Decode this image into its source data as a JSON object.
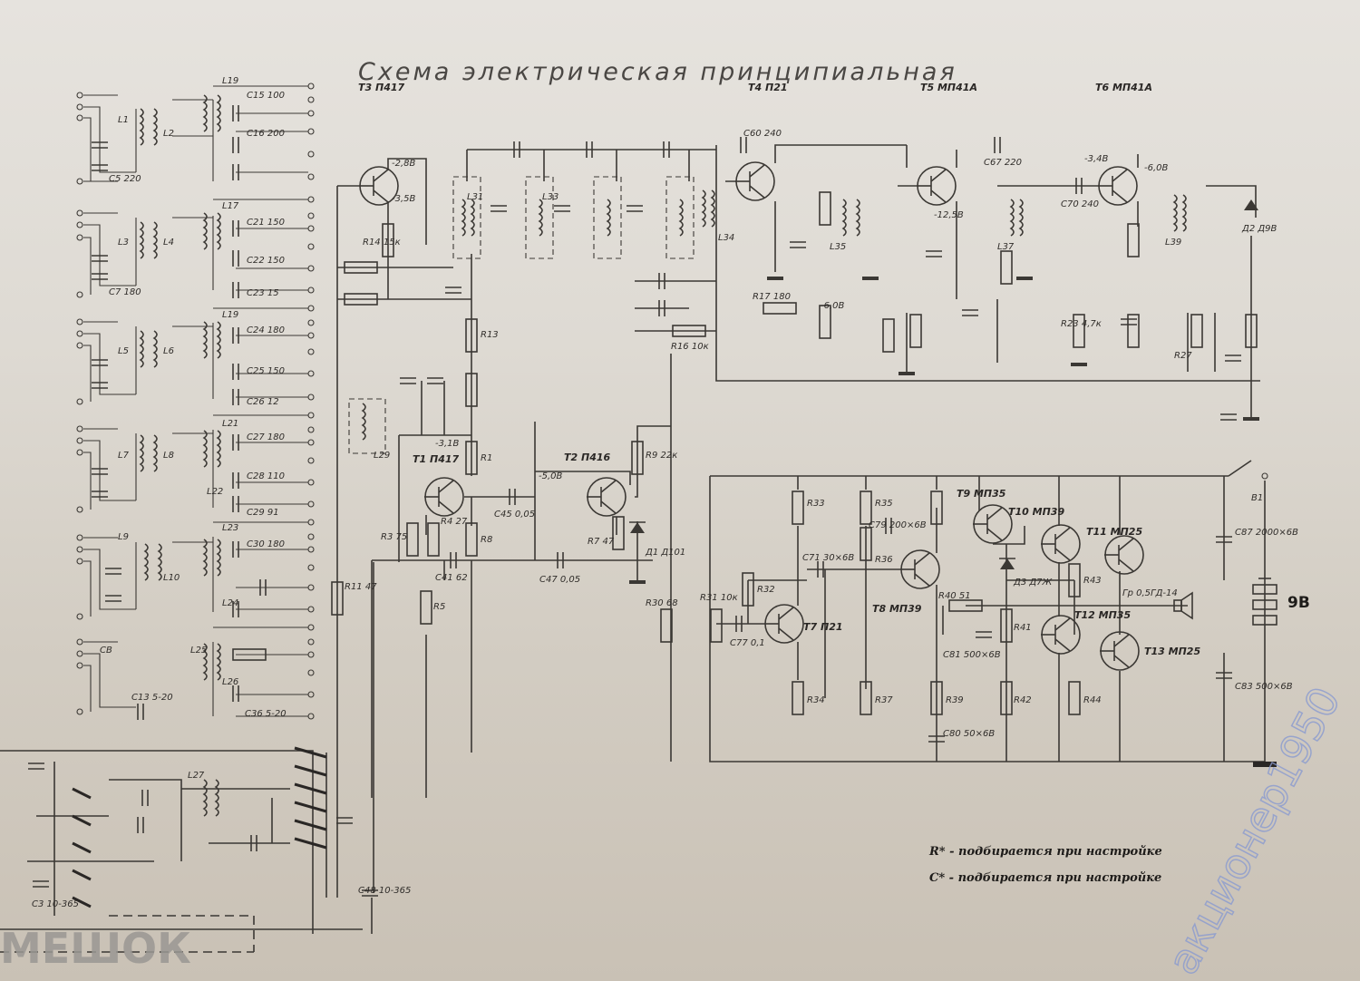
{
  "title": "Схема электрическая принципиальная",
  "transistors": {
    "t1": "Т1 П417",
    "t2": "Т2 П416",
    "t3": "Т3 П417",
    "t4": "Т4 П21",
    "t5": "Т5 МП41А",
    "t6": "Т6 МП41А",
    "t7": "Т7 П21",
    "t8": "Т8 МП39",
    "t9": "Т9 МП35",
    "t10": "Т10 МП39",
    "t11": "Т11 МП25",
    "t12": "Т12 МП35",
    "t13": "Т13 МП25"
  },
  "diodes": {
    "d1": "Д1 Д101",
    "d2": "Д2 Д9В",
    "d3": "Д3 Д7Ж"
  },
  "speaker": "Гр 0,5ГД-14",
  "battery": "9В",
  "switch": "В1",
  "voltages": {
    "v1": "-2,8В",
    "v2": "-3,5В",
    "v3": "-3,1В",
    "v4": "-5,0В",
    "v5": "-6,0В",
    "v6": "-12,5В",
    "v7": "-6,0В",
    "v8": "-3,4В"
  },
  "components": {
    "c15": "C15 100",
    "c16": "C16 200",
    "c5": "C5 220",
    "c21": "C21 150",
    "c22": "C22 150",
    "c7": "C7 180",
    "c23": "C23 15",
    "c24": "C24 180",
    "c25": "C25 150",
    "c26": "C26 12",
    "c27": "C27 180",
    "c28": "C28 110",
    "c29": "C29 91",
    "c30": "C30 180",
    "c13": "C13 5-20",
    "c36": "C36 5-20",
    "c60": "C60 240",
    "c67": "C67 220",
    "c70": "C70 240",
    "c45": "C45 0,05",
    "c47": "C47 0,05",
    "c41": "C41 62",
    "c77": "C77 0,1",
    "c71": "C71 30×6В",
    "c79": "C79 200×6В",
    "c81": "C81 500×6В",
    "c80": "C80 50×6В",
    "c87": "C87 2000×6В",
    "c83": "C83 500×6В",
    "c48": "C48 10-365",
    "c3": "C3 10-365",
    "r9": "R9 22к",
    "r7": "R7 47",
    "r3": "R3 75",
    "r4": "R4 27",
    "r1": "R1",
    "r5": "R5",
    "r8": "R8",
    "r11": "R11 47",
    "r13": "R13",
    "r14": "R14 15к",
    "r17": "R17 180",
    "r23": "R23 4,7к",
    "r16": "R16 10к",
    "r30": "R30 68",
    "r31": "R31 10к",
    "r32": "R32",
    "r33": "R33",
    "r35": "R35",
    "r36": "R36",
    "r37": "R37",
    "r39": "R39",
    "r40": "R40 51",
    "r41": "R41",
    "r42": "R42",
    "r43": "R43",
    "r44": "R44",
    "r34": "R34",
    "r27": "R27"
  },
  "coils": {
    "l1": "L1",
    "l2": "L2",
    "l3": "L3",
    "l4": "L4",
    "l5": "L5",
    "l6": "L6",
    "l7": "L7",
    "l8": "L8",
    "l9": "L9",
    "l10": "L10",
    "l19": "L19",
    "l17": "L17",
    "l21": "L21",
    "l22": "L22",
    "l23": "L23",
    "l24": "L24",
    "l25": "L25",
    "l26": "L26",
    "l27": "L27",
    "l29": "L29",
    "l31": "L31",
    "l33": "L33",
    "l34": "L34",
    "l35": "L35",
    "l37": "L37",
    "l39": "L39",
    "cb": "СВ"
  },
  "notes": [
    "R* - подбирается при настройке",
    "C* - подбирается при настройке"
  ],
  "watermark": "акционер1950",
  "logo": "МЕШОК"
}
